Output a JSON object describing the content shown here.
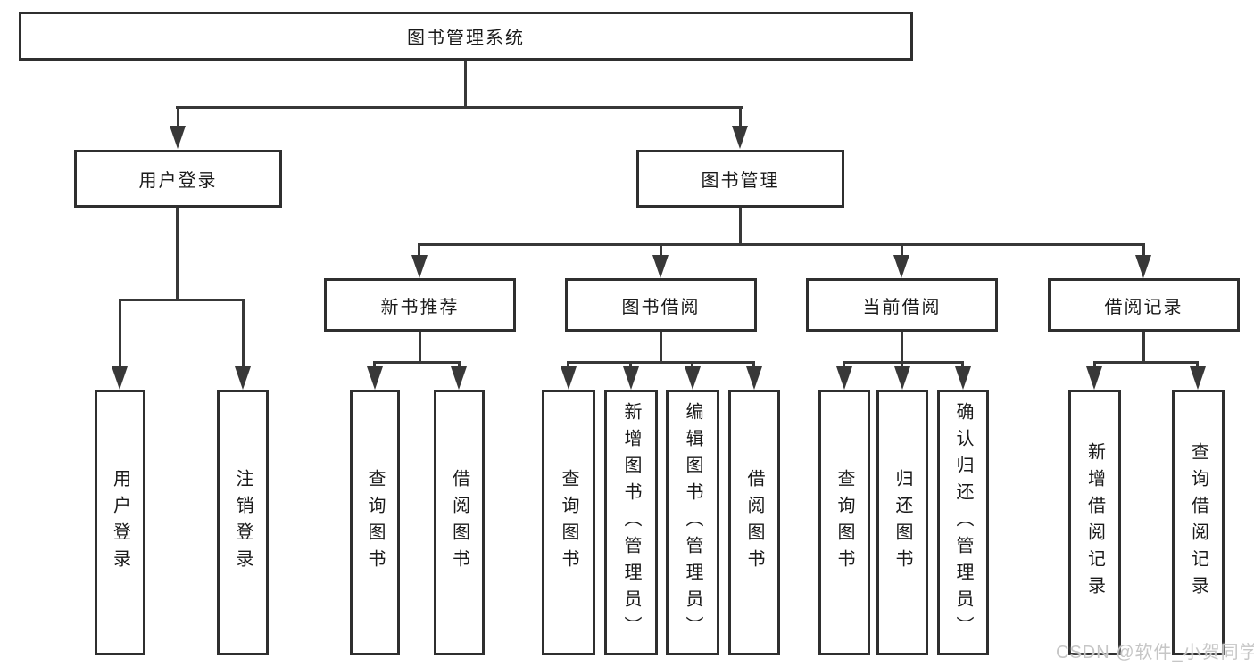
{
  "diagram": {
    "root": "图书管理系统",
    "user_login": {
      "label": "用户登录",
      "children": [
        "用户登录",
        "注销登录"
      ]
    },
    "book_mgmt": {
      "label": "图书管理",
      "sections": [
        {
          "label": "新书推荐",
          "children": [
            "查询图书",
            "借阅图书"
          ]
        },
        {
          "label": "图书借阅",
          "children": [
            "查询图书",
            "新增图书（管理员）",
            "编辑图书（管理员）",
            "借阅图书"
          ]
        },
        {
          "label": "当前借阅",
          "children": [
            "查询图书",
            "归还图书",
            "确认归还（管理员）"
          ]
        },
        {
          "label": "借阅记录",
          "children": [
            "新增借阅记录",
            "查询借阅记录"
          ]
        }
      ]
    }
  },
  "watermark": {
    "text": "CSDN @软件_小贺同学"
  },
  "colors": {
    "line": "#383838",
    "box_border": "#2f2f2f",
    "text": "#1a1a1a",
    "watermark": "#c6c6c6",
    "background": "#ffffff"
  }
}
